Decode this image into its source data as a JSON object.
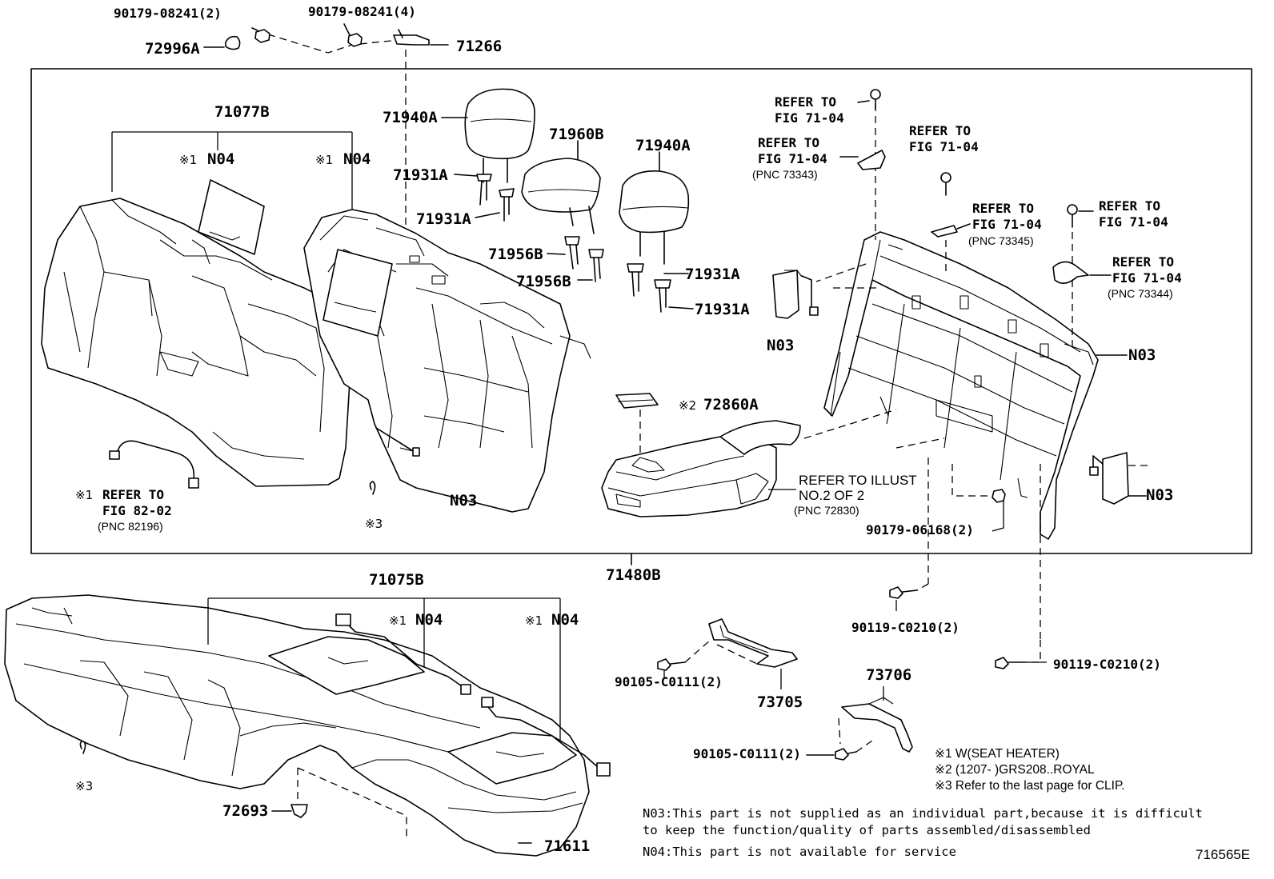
{
  "labels": {
    "p90179_08241_2": "90179-08241(2)",
    "p90179_08241_4": "90179-08241(4)",
    "p72996A": "72996A",
    "p71266": "71266",
    "p71077B": "71077B",
    "p71940A_left": "71940A",
    "p71960B": "71960B",
    "p71940A_right": "71940A",
    "p71931A_1": "71931A",
    "p71931A_2": "71931A",
    "p71931A_3": "71931A",
    "p71931A_4": "71931A",
    "p71956B_1": "71956B",
    "p71956B_2": "71956B",
    "n04_back_left": "N04",
    "n04_back_right": "N04",
    "n03_back": "N03",
    "n03_frame_left": "N03",
    "n03_frame_right": "N03",
    "n03_right_lower": "N03",
    "p72860A": "72860A",
    "p71480B": "71480B",
    "p90179_06168_2": "90179-06168(2)",
    "p90119_C0210_2_a": "90119-C0210(2)",
    "p90119_C0210_2_b": "90119-C0210(2)",
    "p71075B": "71075B",
    "n04_cush_left": "N04",
    "n04_cush_right": "N04",
    "p90105_C0111_2_a": "90105-C0111(2)",
    "p73705": "73705",
    "p73706": "73706",
    "p90105_C0111_2_b": "90105-C0111(2)",
    "p72693": "72693",
    "p71611": "71611"
  },
  "refs": {
    "refer_to": "REFER TO",
    "fig_71_04": "FIG 71-04",
    "fig_82_02": "FIG 82-02",
    "pnc_73343": "(PNC 73343)",
    "pnc_73345": "(PNC 73345)",
    "pnc_73344": "(PNC 73344)",
    "pnc_82196": "(PNC 82196)",
    "refer_illust": "REFER TO ILLUST",
    "no_2_of_2": "NO.2 OF 2",
    "pnc_72830": "(PNC 72830)"
  },
  "marks": {
    "m1": "※1",
    "m2": "※2",
    "m3": "※3"
  },
  "legend": {
    "l1": "※1 W(SEAT HEATER)",
    "l2": "※2 (1207-        )GRS208..ROYAL",
    "l3": "※3 Refer to the last page for CLIP."
  },
  "notes": {
    "n03_line1": "N03:This part is not supplied as an individual part,because it is difficult",
    "n03_line2": " to keep the function/quality of parts assembled/disassembled",
    "n04_line1": "N04:This part is not available for service"
  },
  "figure_id": "716565E"
}
